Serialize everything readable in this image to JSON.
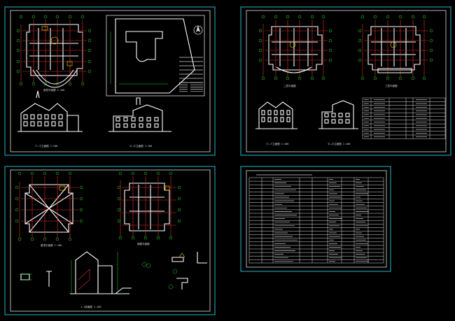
{
  "colors": {
    "background": "#000000",
    "sheet_border": "#1f9aa8",
    "walls": "#ffffff",
    "dimension_lines": "#2bd52b",
    "axis_lines": "#e03030",
    "accents": "#ffd400"
  },
  "sheets": [
    {
      "id": "sheet-1",
      "content": "first-floor-plan, site-plan, front-elevation, side-elevation"
    },
    {
      "id": "sheet-2",
      "content": "second-floor-plan, third-floor-plan, elevations, door-window-schedule"
    },
    {
      "id": "sheet-3",
      "content": "roof-plan, attic-plan, section, details"
    },
    {
      "id": "sheet-4",
      "content": "design-notes-table"
    }
  ],
  "icons": {
    "north_arrow": "north-arrow-icon"
  }
}
